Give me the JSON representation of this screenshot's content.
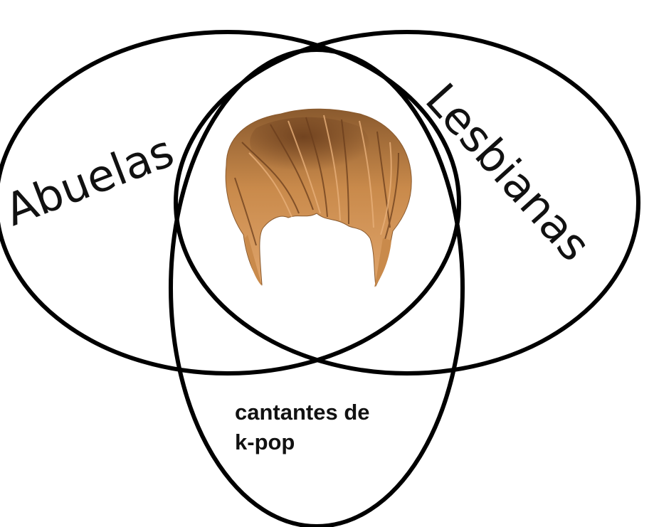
{
  "diagram": {
    "type": "venn",
    "sets": [
      {
        "id": "abuelas",
        "label": "Abuelas"
      },
      {
        "id": "lesbianas",
        "label": "Lesbianas"
      },
      {
        "id": "kpop",
        "label_lines": [
          "cantantes de",
          "k-pop"
        ]
      }
    ],
    "intersection": {
      "content": "hair-wig-image",
      "hair_colors": {
        "base": "#c98a4b",
        "dark": "#6a3d1c",
        "light": "#e8b07a"
      }
    },
    "colors": {
      "outline": "#000000",
      "background": "#ffffff",
      "text": "#111111"
    }
  }
}
